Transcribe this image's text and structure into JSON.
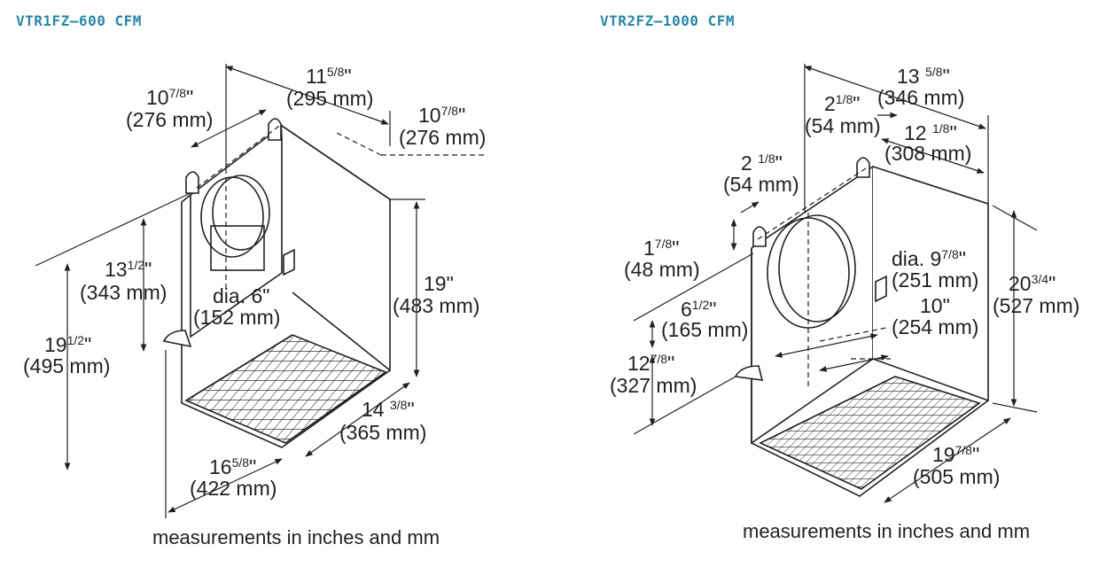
{
  "left": {
    "title": "VTR1FZ–600 CFM",
    "dims": {
      "top_width": {
        "whole": "11",
        "frac": "5/8",
        "mm": "(295 mm)"
      },
      "left_depth": {
        "whole": "10",
        "frac": "7/8",
        "mm": "(276 mm)"
      },
      "right_depth": {
        "whole": "10",
        "frac": "7/8",
        "mm": "(276 mm)"
      },
      "collar_h": {
        "whole": "13",
        "frac": "1/2",
        "mm": "(343 mm)"
      },
      "total_h": {
        "whole": "19",
        "frac": "1/2",
        "mm": "(495 mm)"
      },
      "dia": {
        "label": "dia. 6\"",
        "mm": "(152 mm)"
      },
      "body_h": {
        "label": "19\"",
        "mm": "(483 mm)"
      },
      "base_depth": {
        "whole": "14 ",
        "frac": "3/8",
        "mm": "(365 mm)"
      },
      "base_width": {
        "whole": "16",
        "frac": "5/8",
        "mm": "(422 mm)"
      }
    },
    "caption": "measurements in inches and mm"
  },
  "right": {
    "title": "VTR2FZ–1000 CFM",
    "dims": {
      "top_width": {
        "whole": "13 ",
        "frac": "5/8",
        "mm": "(346 mm)"
      },
      "offset_a": {
        "whole": "2",
        "frac": "1/8",
        "mm": "(54 mm)"
      },
      "offset_b": {
        "whole": "2 ",
        "frac": "1/8",
        "mm": "(54 mm)"
      },
      "depth": {
        "whole": "12 ",
        "frac": "1/8",
        "mm": "(308 mm)"
      },
      "gap": {
        "whole": "1",
        "frac": "7/8",
        "mm": "(48 mm)"
      },
      "collar_off": {
        "whole": "6",
        "frac": "1/2",
        "mm": "(165 mm)"
      },
      "mount_h": {
        "whole": "12",
        "frac": "7/8",
        "mm": "(327 mm)"
      },
      "dia": {
        "label": "dia. 9",
        "frac": "7/8",
        "mm": "(251 mm)"
      },
      "collar_w": {
        "label": "10\"",
        "mm": "(254 mm)"
      },
      "body_h": {
        "whole": "20",
        "frac": "3/4",
        "mm": "(527 mm)"
      },
      "base_width": {
        "whole": "19",
        "frac": "7/8",
        "mm": "(505 mm)"
      }
    },
    "caption": "measurements in inches and mm"
  }
}
